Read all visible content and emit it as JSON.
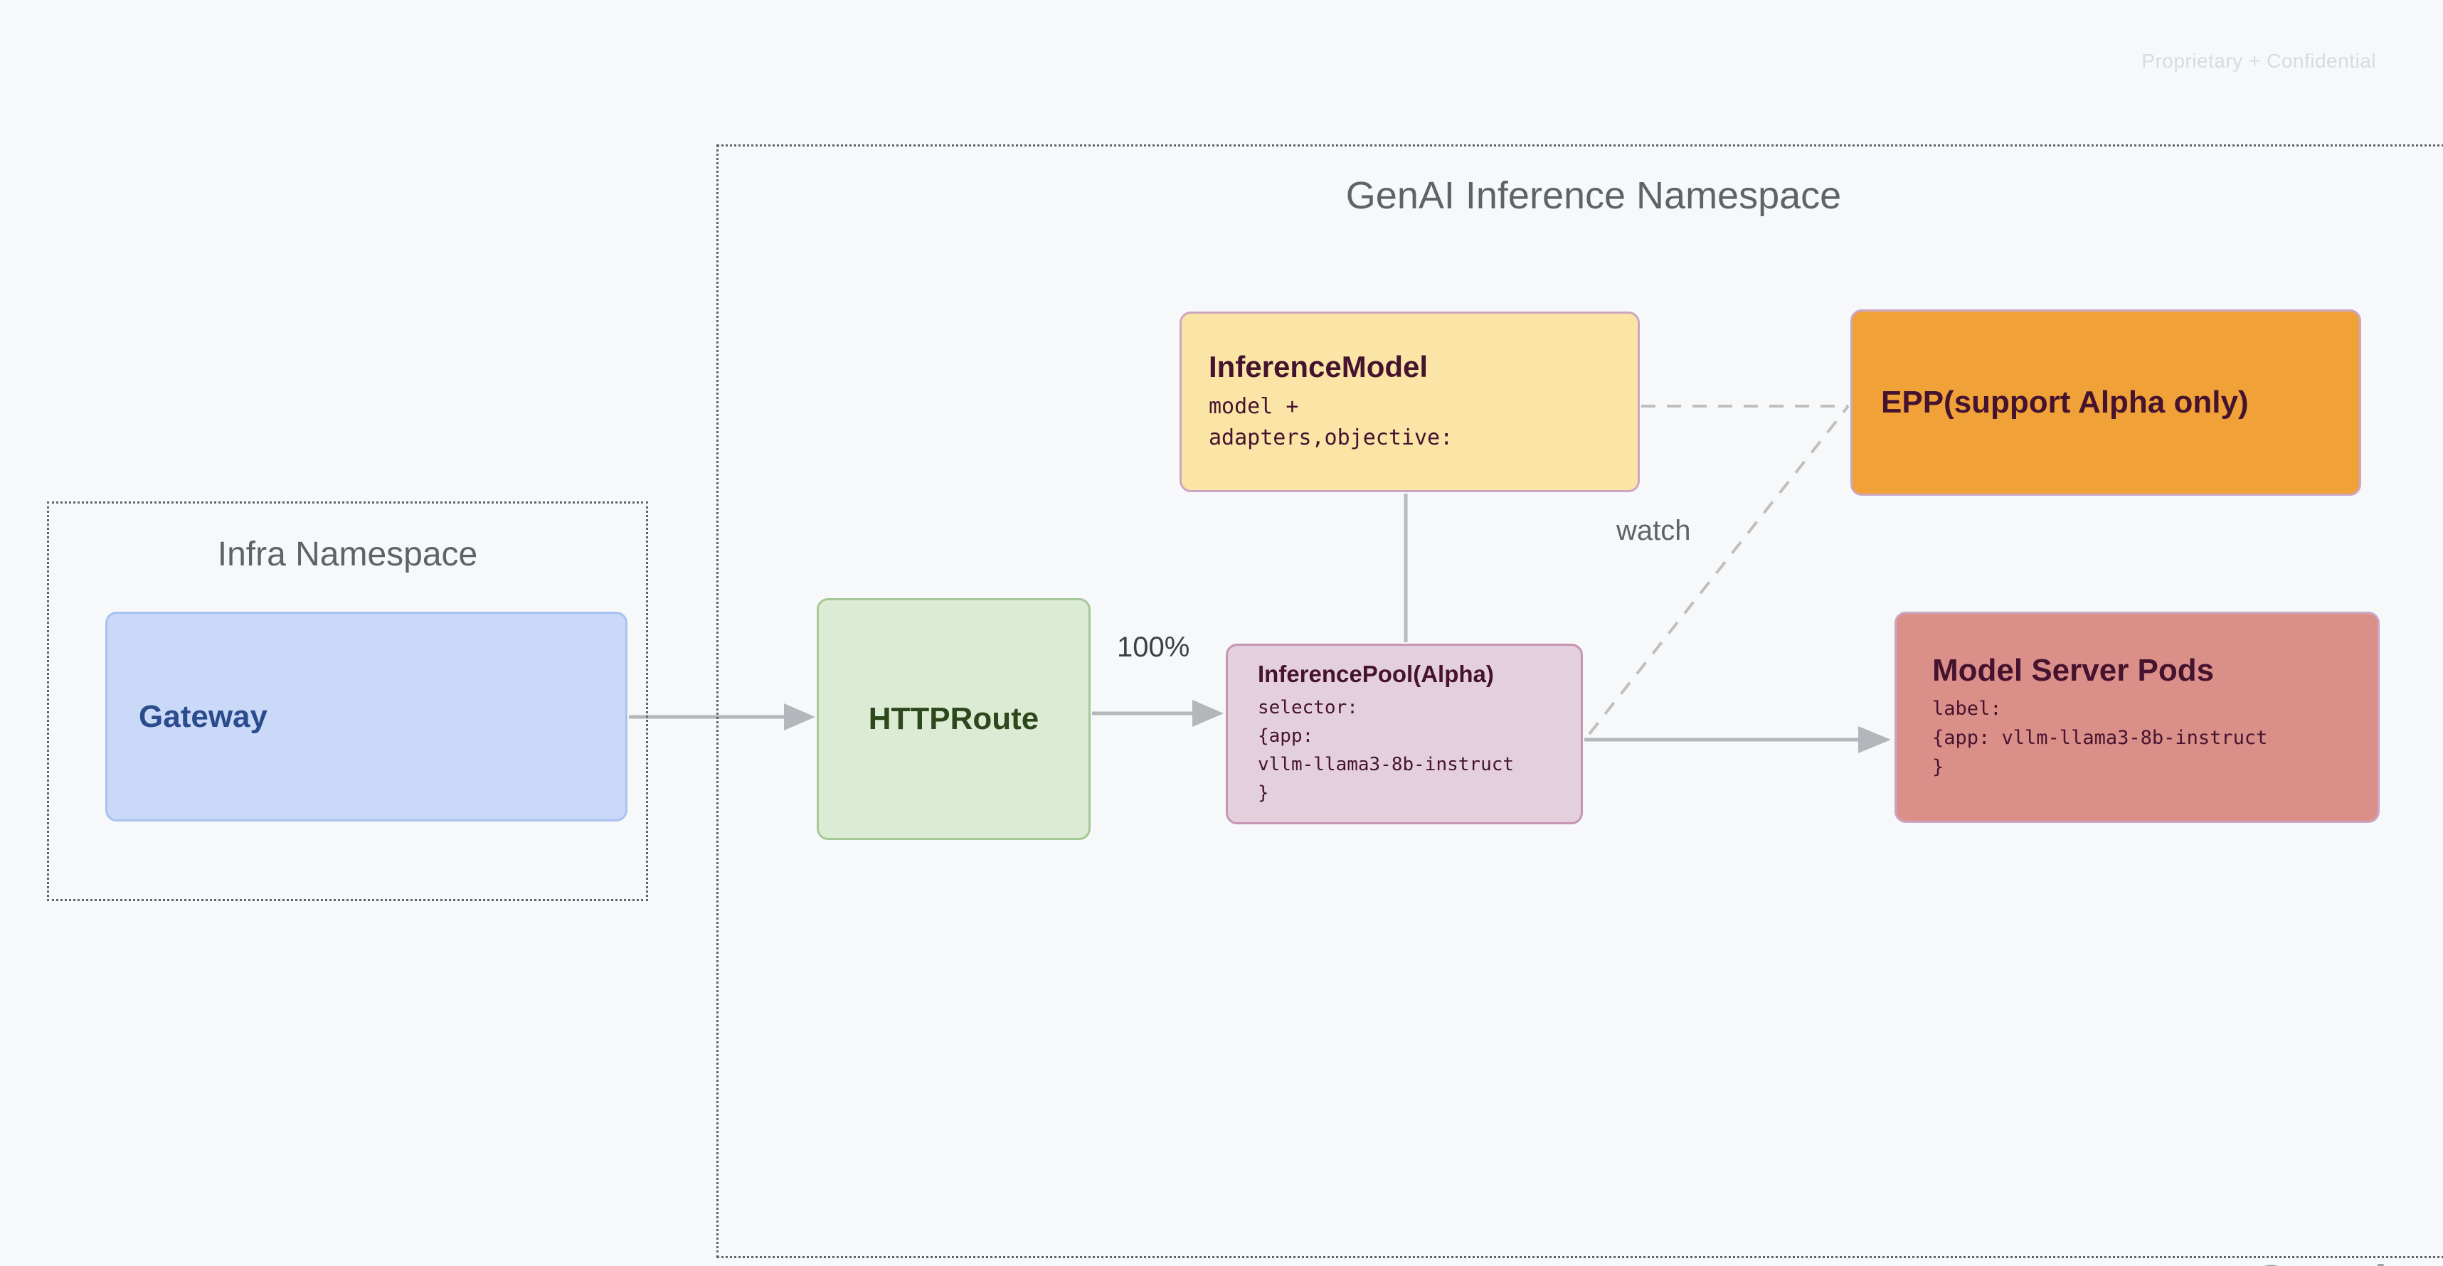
{
  "slide": {
    "watermark": "Proprietary + Confidential",
    "footer_logo": "Google"
  },
  "namespaces": {
    "infra": {
      "title": "Infra Namespace"
    },
    "genai": {
      "title": "GenAI Inference Namespace"
    }
  },
  "nodes": {
    "gateway": {
      "title": "Gateway"
    },
    "httproute": {
      "title": "HTTPRoute"
    },
    "inference_model": {
      "title": "InferenceModel",
      "body": "model +\nadapters,objective:"
    },
    "epp": {
      "title": "EPP(support Alpha only)"
    },
    "inference_pool": {
      "title": "InferencePool(Alpha)",
      "body": "selector:\n{app:\nvllm-llama3-8b-instruct\n}"
    },
    "model_server_pods": {
      "title": "Model Server Pods",
      "body": "label:\n{app: vllm-llama3-8b-instruct\n}"
    }
  },
  "edges": {
    "httproute_to_pool_label": "100%",
    "pool_to_epp_label": "watch"
  },
  "colors": {
    "background": "#f7f8fa",
    "gateway_fill": "#c9d9f7",
    "gateway_border": "#a9c2f0",
    "gateway_text": "#2b4c8c",
    "httproute_fill": "#dcebd4",
    "httproute_border": "#a6c897",
    "httproute_text": "#2c481c",
    "inference_model_fill": "#fae5a6",
    "epp_fill": "#f0a239",
    "inference_pool_fill": "#e4d0dc",
    "model_server_fill": "#db8f89",
    "purple_border": "#cba6c3",
    "maroon_text": "#46132f",
    "namespace_border": "#5f6368",
    "arrow_gray": "#b3b6bb",
    "dashed_gray": "#bfbfbf"
  }
}
